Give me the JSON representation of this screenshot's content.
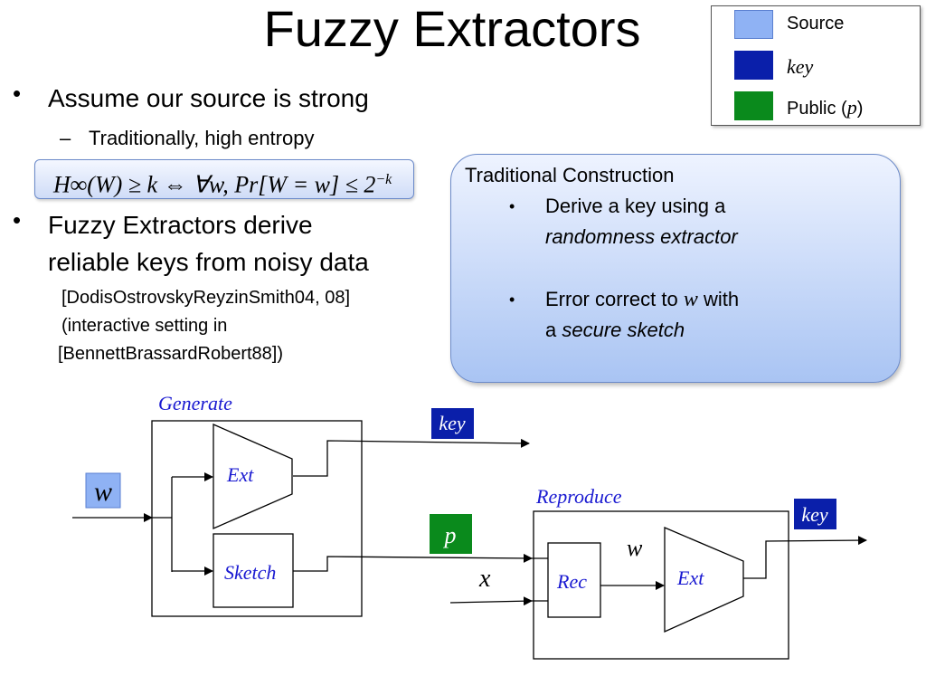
{
  "title": "Fuzzy Extractors",
  "legend": {
    "items": [
      {
        "label": "Source",
        "color": "#8fb2f4"
      },
      {
        "label": "key",
        "color": "#0a1faa"
      },
      {
        "label_main": "Public (",
        "label_var": "p",
        "label_end": ")",
        "color": "#0a8a1c"
      }
    ]
  },
  "bullets": {
    "b1": "Assume our source is strong",
    "b1_sub": "Traditionally, high entropy",
    "formula": "H∞(W) ≥ k ⇔ ∀w, Pr[W = w] ≤ 2",
    "formula_exp": "−k",
    "b2_line1": "Fuzzy Extractors derive",
    "b2_line2": "reliable keys from noisy data",
    "cite1": "[DodisOstrovskyReyzinSmith04, 08]",
    "cite2": "(interactive setting in",
    "cite3": "[BennettBrassardRobert88])"
  },
  "traditional": {
    "heading": "Traditional Construction",
    "item1_line1": "Derive a key using a",
    "item1_line2": "randomness extractor",
    "item2_pre": "Error correct to ",
    "item2_var": "w",
    "item2_post": " with",
    "item2_line2_pre": "a ",
    "item2_line2_em": "secure sketch"
  },
  "diagram": {
    "generate_label": "Generate",
    "reproduce_label": "Reproduce",
    "ext_label": "Ext",
    "sketch_label": "Sketch",
    "rec_label": "Rec",
    "w_input": "w",
    "w_rec": "w",
    "x_input": "x",
    "key_tag": "key",
    "p_tag": "p",
    "key_tag2": "key",
    "colors": {
      "label": "#1a1ad1",
      "source": "#8fb2f4",
      "key": "#0a1faa",
      "public": "#0a8a1c"
    }
  }
}
